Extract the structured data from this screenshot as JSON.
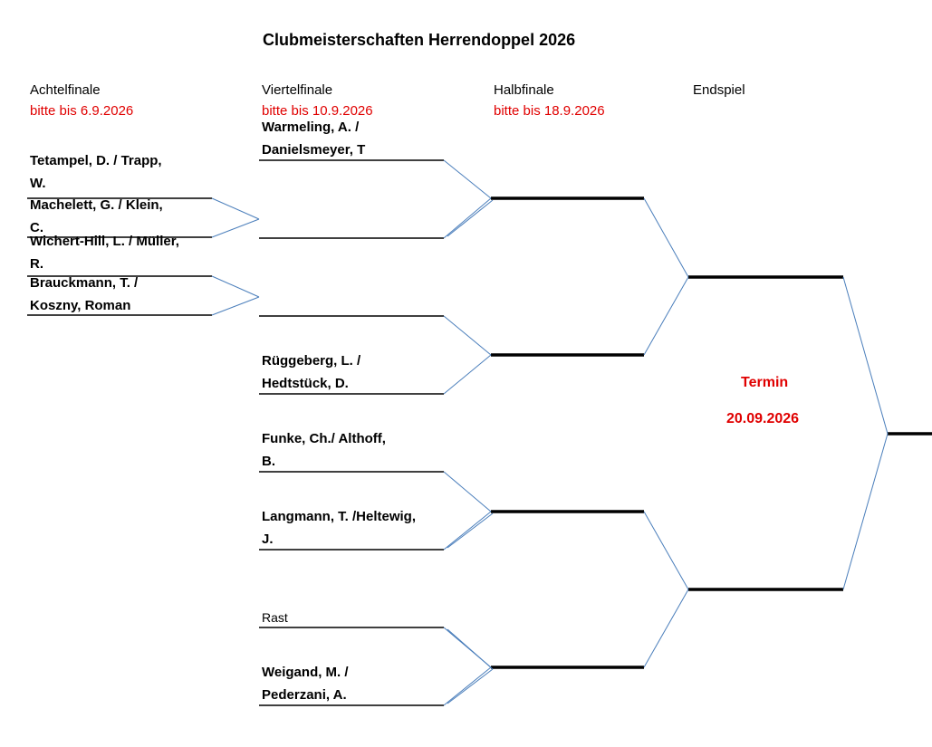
{
  "title": "Clubmeisterschaften Herrendoppel 2026",
  "rounds": [
    {
      "name": "Achtelfinale",
      "deadline": "bitte bis 6.9.2026"
    },
    {
      "name": "Viertelfinale",
      "deadline": "bitte bis 10.9.2026"
    },
    {
      "name": "Halbfinale",
      "deadline": "bitte bis 18.9.2026"
    },
    {
      "name": "Endspiel",
      "deadline": ""
    }
  ],
  "achtelfinale": [
    {
      "line1": "Tetampel, D. /        Trapp,",
      "line2": "W."
    },
    {
      "line1": "Machelett, G. /       Klein,",
      "line2": "C."
    },
    {
      "line1": "Wichert-Hill, L. / Müller,",
      "line2": "R."
    },
    {
      "line1": "Brauckmann, T. /",
      "line2": "Koszny, Roman"
    }
  ],
  "viertelfinale": [
    {
      "line1": "Warmeling, A. /",
      "line2": "Danielsmeyer, T"
    },
    {
      "line1": "Rüggeberg, L.  /",
      "line2": "Hedtstück, D."
    },
    {
      "line1": "Funke, Ch./         Althoff,",
      "line2": "B."
    },
    {
      "line1": "Langmann, T. /Heltewig,",
      "line2": "J."
    },
    {
      "line1": "Rast",
      "line2": ""
    },
    {
      "line1": "Weigand, M. /",
      "line2": "Pederzani, A."
    }
  ],
  "final": {
    "termin_label": "Termin",
    "termin_date": "20.09.2026"
  },
  "colors": {
    "connector": "#4a7ebb",
    "deadline": "#e00000",
    "line": "#000000"
  }
}
